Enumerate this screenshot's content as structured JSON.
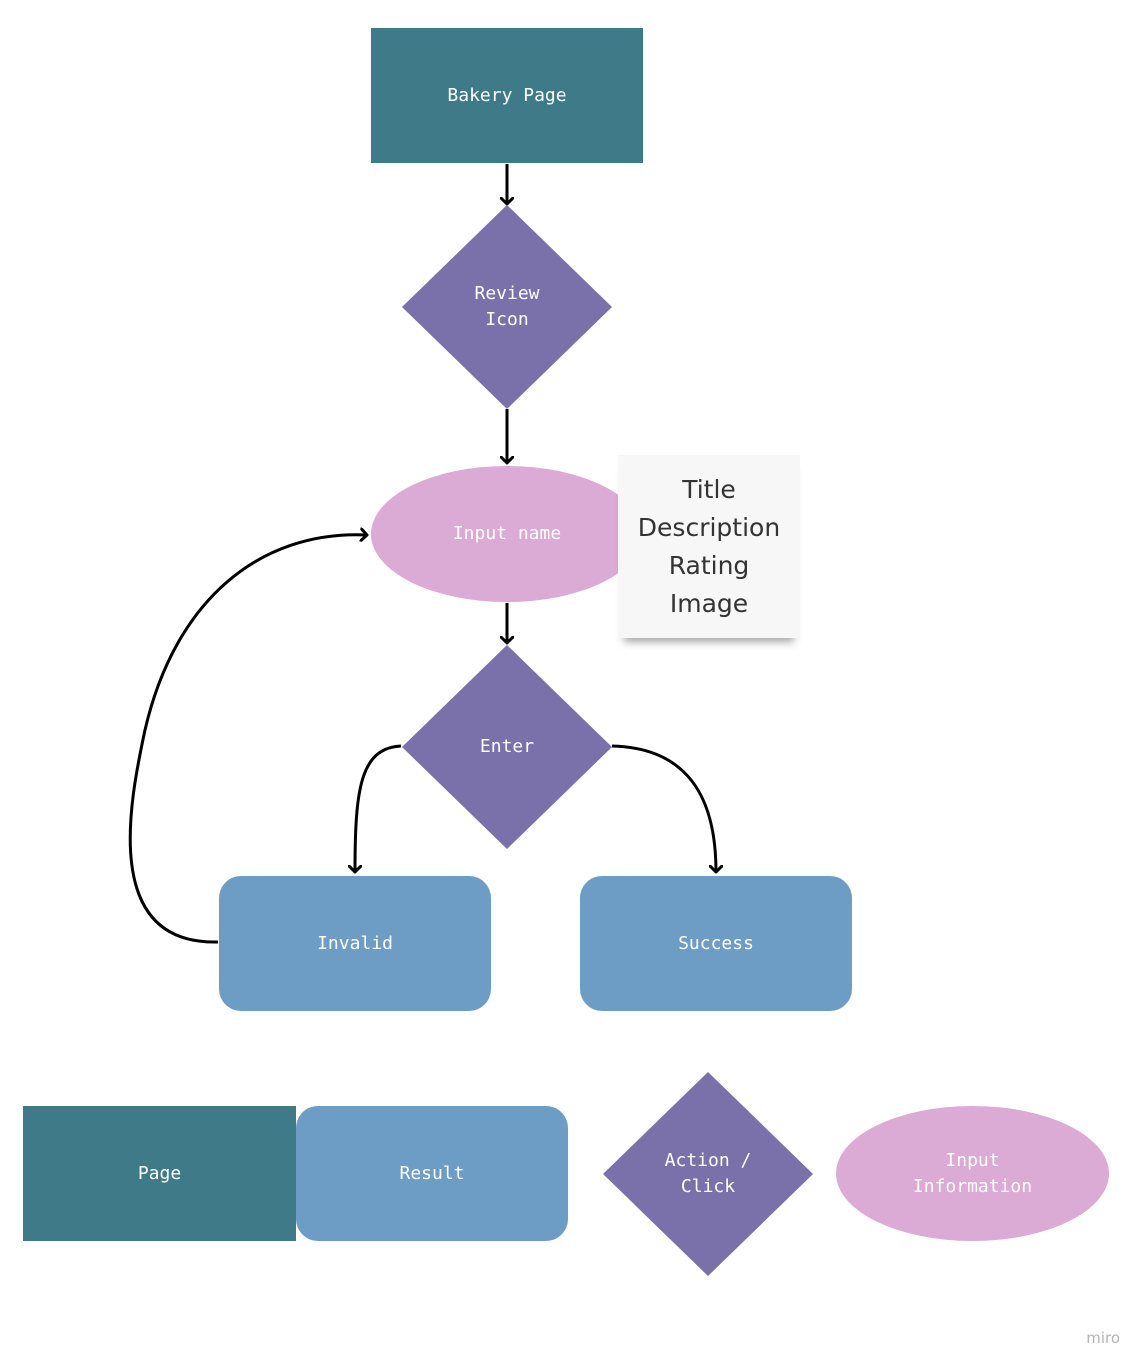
{
  "flow": {
    "bakery_page": "Bakery Page",
    "review_icon": "Review\nIcon",
    "input_name": "Input name",
    "enter": "Enter",
    "invalid": "Invalid",
    "success": "Success"
  },
  "note": {
    "lines": [
      "Title",
      "Description",
      "Rating",
      "Image"
    ]
  },
  "legend": {
    "page": "Page",
    "result": "Result",
    "action": "Action /\nClick",
    "input": "Input\nInformation"
  },
  "watermark": "miro",
  "colors": {
    "page": "#3e7a88",
    "result": "#6d9dc5",
    "action": "#7a71ab",
    "input": "#dbaad5",
    "arrow": "#000000"
  }
}
